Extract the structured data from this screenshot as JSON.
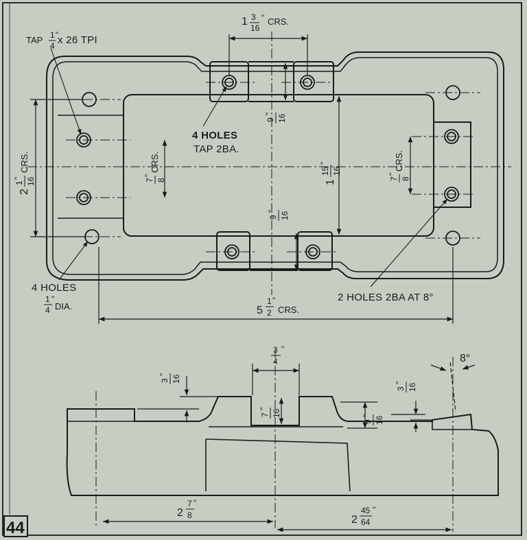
{
  "page_number": "44",
  "colors": {
    "paper": "#c7cdc3",
    "ink": "#1a1a1a"
  },
  "plan_view": {
    "dim_top": {
      "whole": "1",
      "num": "3",
      "den": "16",
      "unit": "\"",
      "suffix": "CRS."
    },
    "tap_note": {
      "prefix": "TAP",
      "num": "1",
      "den": "4",
      "unit": "\"",
      "suffix": "x 26 TPI"
    },
    "holes_tap_2ba": {
      "line1": "4 HOLES",
      "line2": "TAP 2BA."
    },
    "dim_left_outer": {
      "whole": "2",
      "num": "1",
      "den": "16",
      "unit": "\"",
      "suffix": "CRS."
    },
    "dim_left_inner": {
      "num": "7",
      "den": "8",
      "unit": "\"",
      "suffix": "CRS."
    },
    "dim_right_inner": {
      "num": "7",
      "den": "8",
      "unit": "\"",
      "suffix": "CRS."
    },
    "dim_center_top": {
      "num": "9",
      "den": "16",
      "unit": "\""
    },
    "dim_center_bottom": {
      "num": "9",
      "den": "16",
      "unit": "\""
    },
    "dim_center_height": {
      "whole": "1",
      "num": "15",
      "den": "16",
      "unit": "\""
    },
    "holes_quarter_dia": {
      "line1": "4 HOLES",
      "num": "1",
      "den": "4",
      "unit": "\"",
      "suffix": "DIA."
    },
    "dim_bottom_crs": {
      "whole": "5",
      "num": "1",
      "den": "2",
      "unit": "\"",
      "suffix": "CRS."
    },
    "holes_2ba_8deg": {
      "text": "2 HOLES 2BA AT 8°"
    }
  },
  "elevation_view": {
    "dim_slot_width": {
      "num": "3",
      "den": "4",
      "unit": "\""
    },
    "dim_angle": {
      "text": "8°"
    },
    "dim_left_step": {
      "num": "3",
      "den": "16",
      "unit": "\""
    },
    "dim_slot_depth": {
      "num": "7",
      "den": "16",
      "unit": "\""
    },
    "dim_right_step_a": {
      "num": "9",
      "den": "16",
      "unit": "\""
    },
    "dim_right_step_b": {
      "num": "3",
      "den": "16",
      "unit": "\""
    },
    "dim_bottom_left": {
      "whole": "2",
      "num": "7",
      "den": "8",
      "unit": "\""
    },
    "dim_bottom_right": {
      "whole": "2",
      "num": "45",
      "den": "64",
      "unit": "\""
    }
  }
}
